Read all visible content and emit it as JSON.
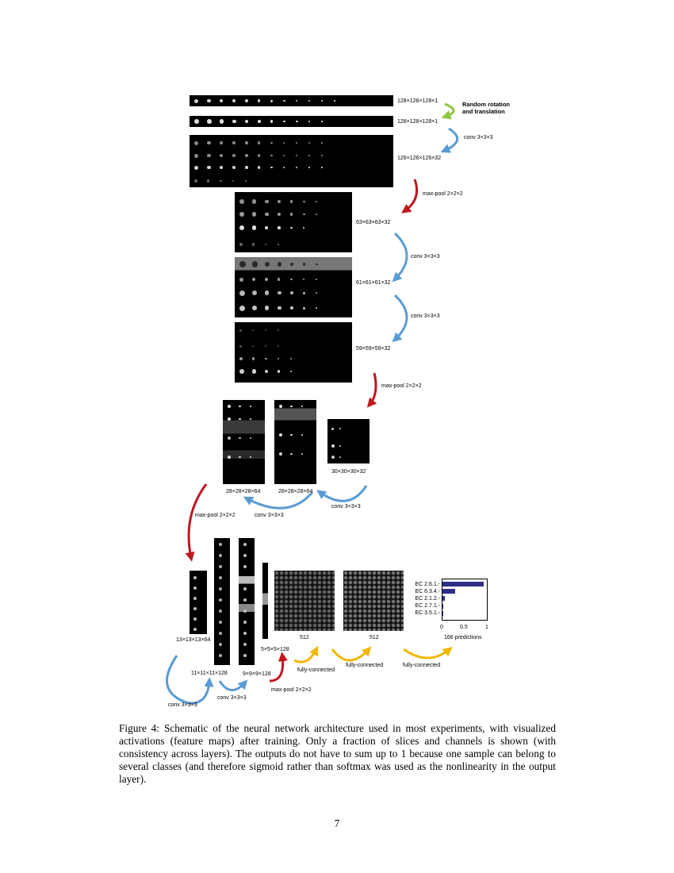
{
  "figure": {
    "input_labels": {
      "input_raw": "128×128×128×1",
      "input_aug": "128×128×128×1",
      "conv1": "126×126×126×32",
      "pool1": "63×63×63×32",
      "conv2": "61×61×61×32",
      "conv3": "59×59×59×32",
      "conv_a": "28×28×28×64",
      "conv_b": "28×28×28×64",
      "pool2": "30×30×30×32",
      "pool3": "13×13×13×64",
      "conv4": "11×11×11×128",
      "conv5": "9×9×9×128",
      "pool4": "5×5×5×128",
      "fc1": "512",
      "fc2": "512"
    },
    "operations": {
      "augment": "Random rotation\nand translation",
      "conv_1": "conv 3×3×3",
      "maxpool_1": "max-pool 2×2×2",
      "conv_2": "conv 3×3×3",
      "conv_3": "conv 3×3×3",
      "maxpool_2": "max-pool 2×2×2",
      "conv_4": "conv 3×3×3",
      "conv_5": "conv 3×3×3",
      "maxpool_3": "max-pool 2×2×2",
      "conv_6": "conv 3×3×3",
      "conv_7": "conv 3×3×3",
      "maxpool_4": "max-pool 2×2×2",
      "fc_1": "fully-connected",
      "fc_2": "fully-connected",
      "fc_3": "fully-connected"
    },
    "colors": {
      "conv": "#5b9bd5",
      "pool": "#c0171f",
      "augment": "#8dc63f",
      "fc": "#f2b705",
      "bar": "#2e2e86"
    },
    "predictions": {
      "caption": "166 predictions",
      "classes": [
        "EC 2.6.1.-",
        "EC 6.3.4.-",
        "EC 2.1.2.-",
        "EC 2.7.1.-",
        "EC 3.5.1.-"
      ],
      "values": [
        0.92,
        0.28,
        0.05,
        0.02,
        0.01
      ],
      "ticks": [
        "0",
        "0.5",
        "1"
      ]
    }
  },
  "caption": "Figure 4: Schematic of the neural network architecture used in most experiments, with visualized activations (feature maps) after training. Only a fraction of slices and channels is shown (with consistency across layers). The outputs do not have to sum up to 1 because one sample can belong to several classes (and therefore sigmoid rather than softmax was used as the nonlinearity in the output layer).",
  "page_number": "7"
}
